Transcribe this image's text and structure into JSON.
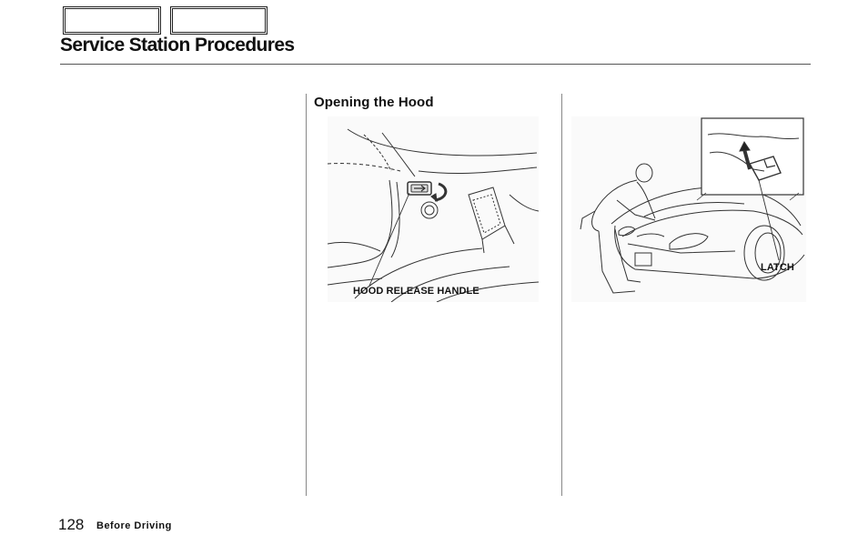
{
  "header": {
    "title": "Service Station Procedures"
  },
  "section": {
    "heading": "Opening the Hood"
  },
  "figures": {
    "hood_release_label": "HOOD RELEASE HANDLE",
    "latch_label": "LATCH"
  },
  "footer": {
    "page_number": "128",
    "section_name": "Before Driving"
  }
}
